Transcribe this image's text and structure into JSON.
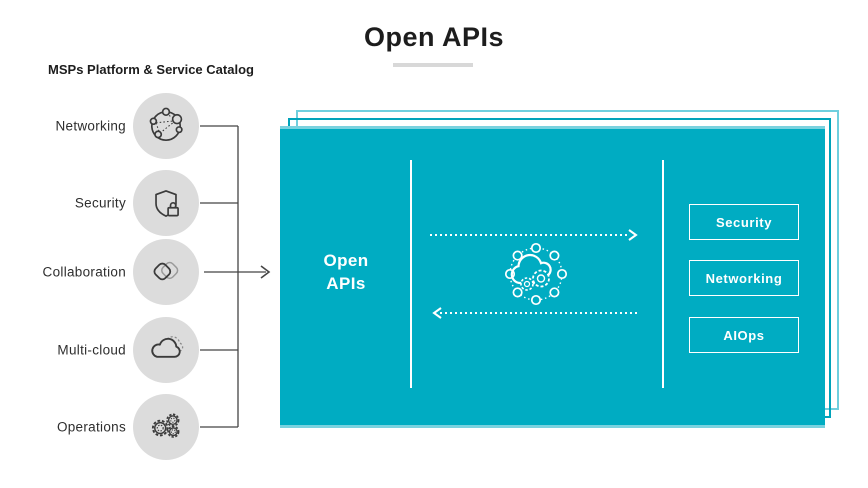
{
  "title": {
    "text": "Open APIs"
  },
  "catalog": {
    "heading": "MSPs Platform & Service Catalog",
    "items": [
      {
        "label": "Networking",
        "icon": "network-nodes-icon"
      },
      {
        "label": "Security",
        "icon": "shield-lock-icon"
      },
      {
        "label": "Collaboration",
        "icon": "overlapping-squares-icon"
      },
      {
        "label": "Multi-cloud",
        "icon": "double-cloud-icon"
      },
      {
        "label": "Operations",
        "icon": "gears-icon"
      }
    ]
  },
  "panel": {
    "label_line1": "Open",
    "label_line2": "APIs",
    "center_icon": "cloud-gears-network-icon",
    "buttons": [
      {
        "label": "Security"
      },
      {
        "label": "Networking"
      },
      {
        "label": "AIOps"
      }
    ]
  },
  "colors": {
    "teal": "#00ACC2",
    "teal_border_light": "#7AD2DF",
    "outline_inner": "#00A3BA",
    "outline_outer": "#6FCFDE",
    "circle_gray": "#DCDCDC",
    "icon_stroke": "#3B3B3B",
    "text_dark": "#1D1D1D",
    "connector": "#454545",
    "underline": "#D8D8D8",
    "white": "#FFFFFF"
  }
}
